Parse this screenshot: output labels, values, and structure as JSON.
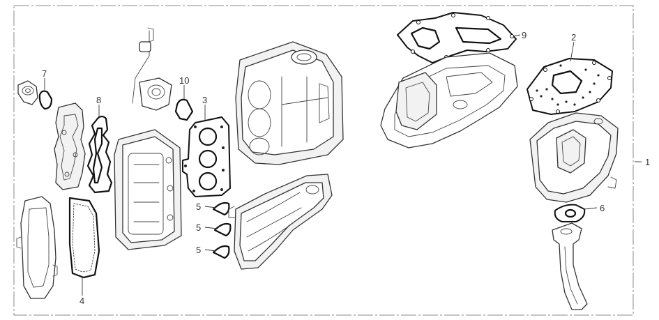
{
  "callouts": {
    "c1": "1",
    "c2": "2",
    "c3": "3",
    "c4": "4",
    "c5a": "5",
    "c5b": "5",
    "c5c": "5",
    "c6": "6",
    "c7": "7",
    "c8": "8",
    "c9": "9",
    "c10": "10"
  }
}
